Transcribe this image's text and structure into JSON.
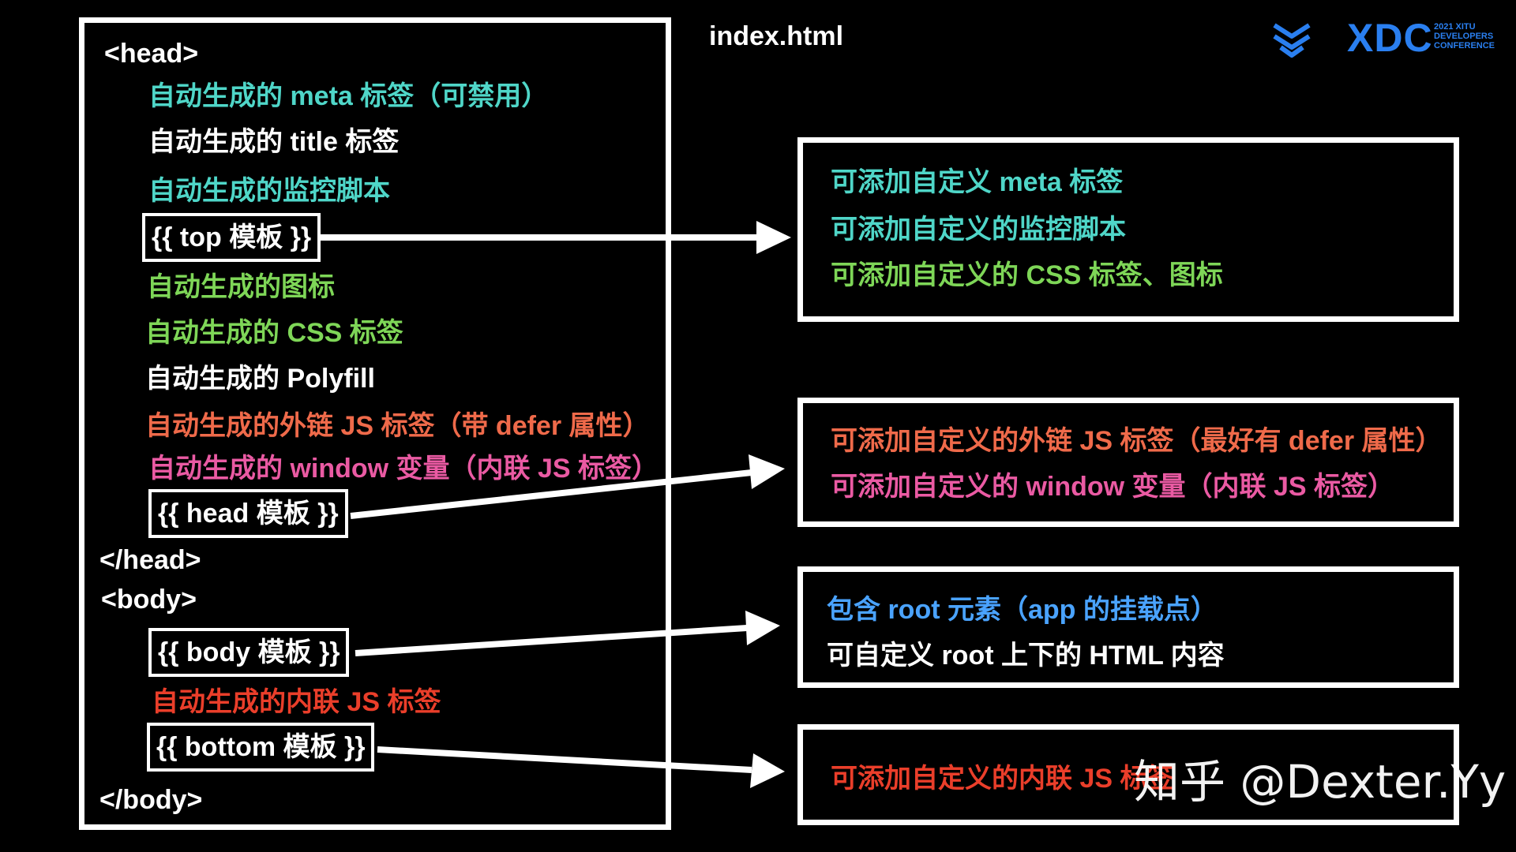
{
  "filename": "index.html",
  "logo": {
    "word": "XDC",
    "lines": [
      "2021 XITU",
      "DEVELOPERS",
      "CONFERENCE"
    ],
    "icon": "chevrons-down-icon"
  },
  "left": {
    "head_open": "<head>",
    "lines": [
      {
        "text": "自动生成的 meta 标签（可禁用）",
        "color": "#4fd6c8"
      },
      {
        "text": "自动生成的 title 标签",
        "color": "#ffffff"
      },
      {
        "text": "自动生成的监控脚本",
        "color": "#4fd6c8"
      },
      {
        "text": "自动生成的图标",
        "color": "#7ed657"
      },
      {
        "text": "自动生成的 CSS 标签",
        "color": "#7ed657"
      },
      {
        "text": "自动生成的 Polyfill",
        "color": "#ffffff"
      },
      {
        "text": "自动生成的外链 JS 标签（带 defer 属性）",
        "color": "#ef6a4a"
      },
      {
        "text": "自动生成的 window 变量（内联 JS 标签）",
        "color": "#ea5aa3"
      },
      {
        "text": "自动生成的内联 JS 标签",
        "color": "#ea3e2a"
      }
    ],
    "top_template": "{{ top 模板 }}",
    "head_template": "{{ head 模板 }}",
    "head_close": "</head>",
    "body_open": "<body>",
    "body_template": "{{ body 模板 }}",
    "bottom_template": "{{ bottom 模板 }}",
    "body_close": "</body>"
  },
  "right": {
    "box1": [
      {
        "text": "可添加自定义 meta 标签",
        "color": "#4fd6c8"
      },
      {
        "text": "可添加自定义的监控脚本",
        "color": "#4fd6c8"
      },
      {
        "text": "可添加自定义的 CSS 标签、图标",
        "color": "#7ed657"
      }
    ],
    "box2": [
      {
        "text": "可添加自定义的外链 JS 标签（最好有 defer 属性）",
        "color": "#ef6a4a"
      },
      {
        "text": "可添加自定义的 window 变量（内联 JS 标签）",
        "color": "#ea5aa3"
      }
    ],
    "box3": [
      {
        "text": "包含 root 元素（app 的挂载点）",
        "color": "#4aa3ff"
      },
      {
        "text": "可自定义 root 上下的 HTML 内容",
        "color": "#ffffff"
      }
    ],
    "box4": [
      {
        "text": "可添加自定义的内联 JS 标签",
        "color": "#ea3e2a"
      }
    ]
  },
  "watermark": "知乎 @Dexter.Yy"
}
